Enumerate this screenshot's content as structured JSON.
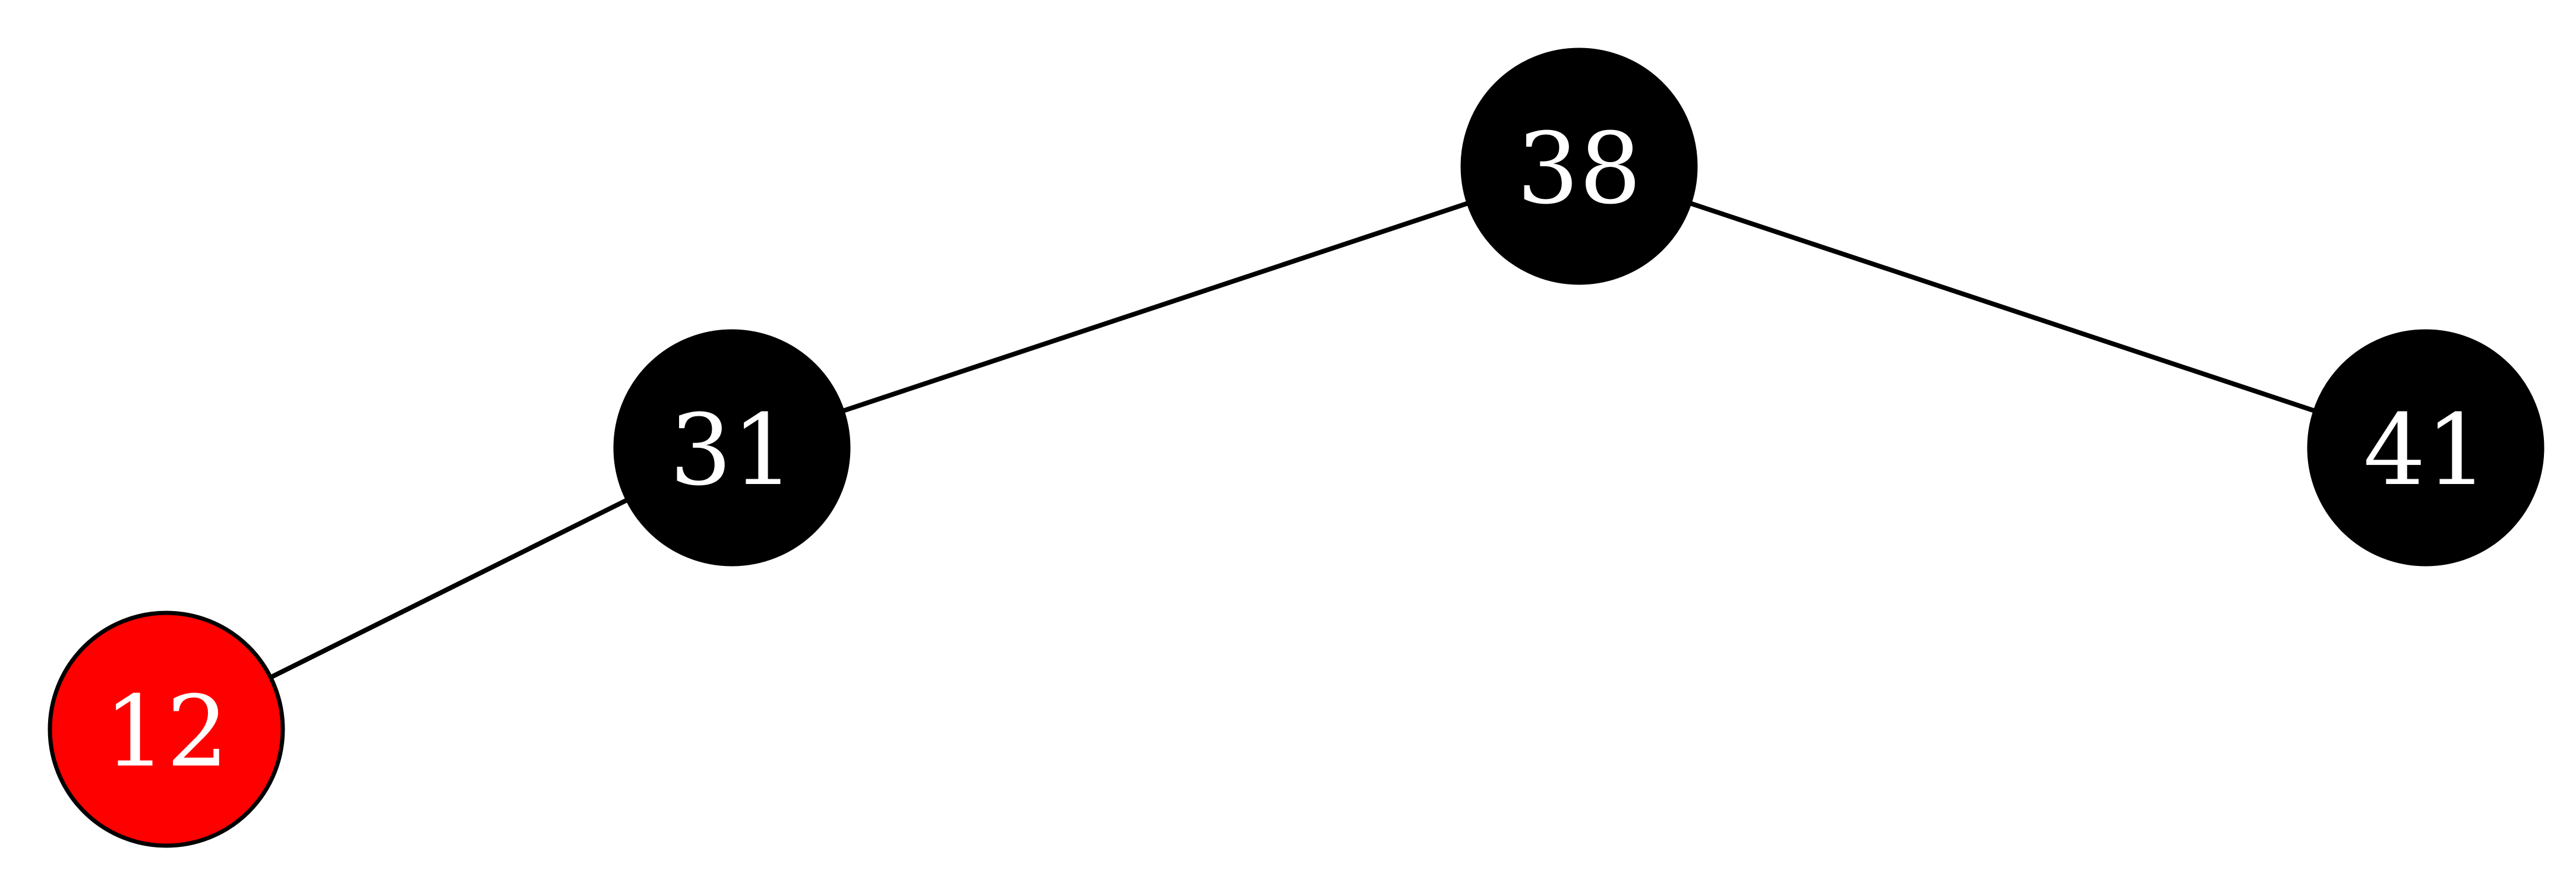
{
  "tree": {
    "type": "red-black-tree",
    "colors": {
      "black": "#000000",
      "red": "#ff0000",
      "label": "#ffffff",
      "edge": "#000000"
    },
    "nodes": [
      {
        "id": "n38",
        "label": "38",
        "color": "black"
      },
      {
        "id": "n31",
        "label": "31",
        "color": "black"
      },
      {
        "id": "n41",
        "label": "41",
        "color": "black"
      },
      {
        "id": "n12",
        "label": "12",
        "color": "red"
      }
    ],
    "edges": [
      {
        "from": "n38",
        "to": "n31"
      },
      {
        "from": "n38",
        "to": "n41"
      },
      {
        "from": "n31",
        "to": "n12"
      }
    ]
  }
}
